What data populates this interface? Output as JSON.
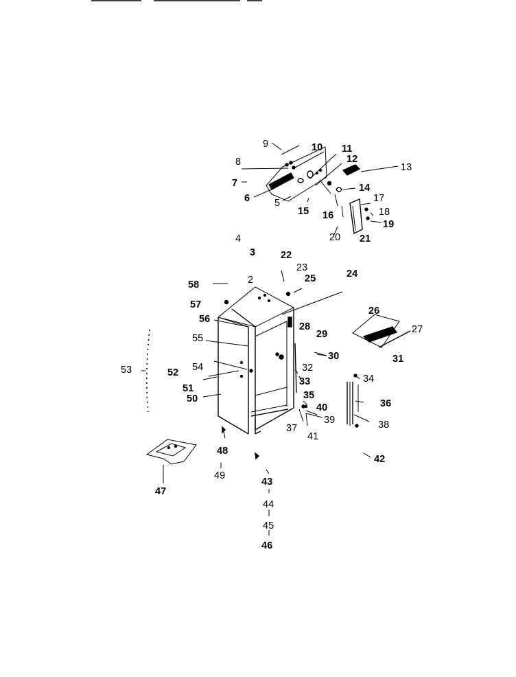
{
  "callouts": {
    "n2": "2",
    "n3": "3",
    "n4": "4",
    "n5": "5",
    "n6": "6",
    "n7": "7",
    "n8": "8",
    "n9": "9",
    "n10": "10",
    "n11": "11",
    "n12": "12",
    "n13": "13",
    "n14": "14",
    "n15": "15",
    "n16": "16",
    "n17": "17",
    "n18": "18",
    "n19": "19",
    "n20": "20",
    "n21": "21",
    "n22": "22",
    "n23": "23",
    "n24": "24",
    "n25": "25",
    "n26": "26",
    "n27": "27",
    "n28": "28",
    "n29": "29",
    "n30": "30",
    "n31": "31",
    "n32": "32",
    "n33": "33",
    "n34": "34",
    "n35": "35",
    "n36": "36",
    "n37": "37",
    "n38": "38",
    "n39": "39",
    "n40": "40",
    "n41": "41",
    "n42": "42",
    "n43": "43",
    "n44": "44",
    "n45": "45",
    "n46": "46",
    "n47": "47",
    "n48": "48",
    "n49": "49",
    "n50": "50",
    "n51": "51",
    "n52": "52",
    "n53": "53",
    "n54": "54",
    "n55": "55",
    "n56": "56",
    "n57": "57",
    "n58": "58"
  }
}
